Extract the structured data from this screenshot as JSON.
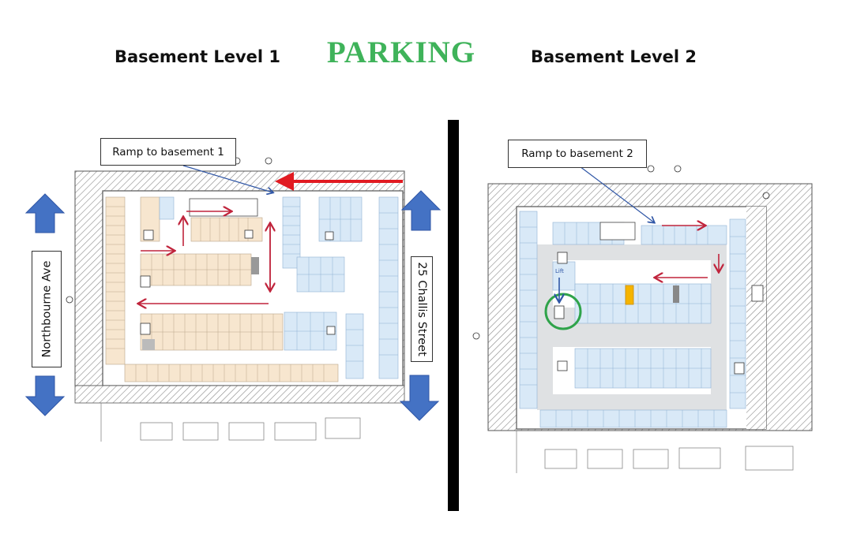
{
  "page": {
    "title": "PARKING",
    "title_color": "#3fb35a",
    "level1_heading": "Basement Level 1",
    "level2_heading": "Basement Level 2"
  },
  "plan_level1": {
    "ramp_callout": "Ramp to basement 1",
    "street_left": "Northbourne  Ave",
    "street_right": "25 Challis Street"
  },
  "plan_level2": {
    "ramp_callout": "Ramp to basement 2",
    "lift_label": "Lift"
  },
  "colors": {
    "blue_arrow": "#4472c4",
    "red_arrow": "#c0243c",
    "lift_circle": "#2fa34a",
    "highlight_bay": "#f5b400",
    "bay_blue": "#d9e9f7",
    "bay_tan": "#f7e6cf"
  },
  "icons": [
    "blue-arrow-up-icon",
    "blue-arrow-down-icon",
    "red-arrow-icon",
    "north-marker-icon"
  ]
}
